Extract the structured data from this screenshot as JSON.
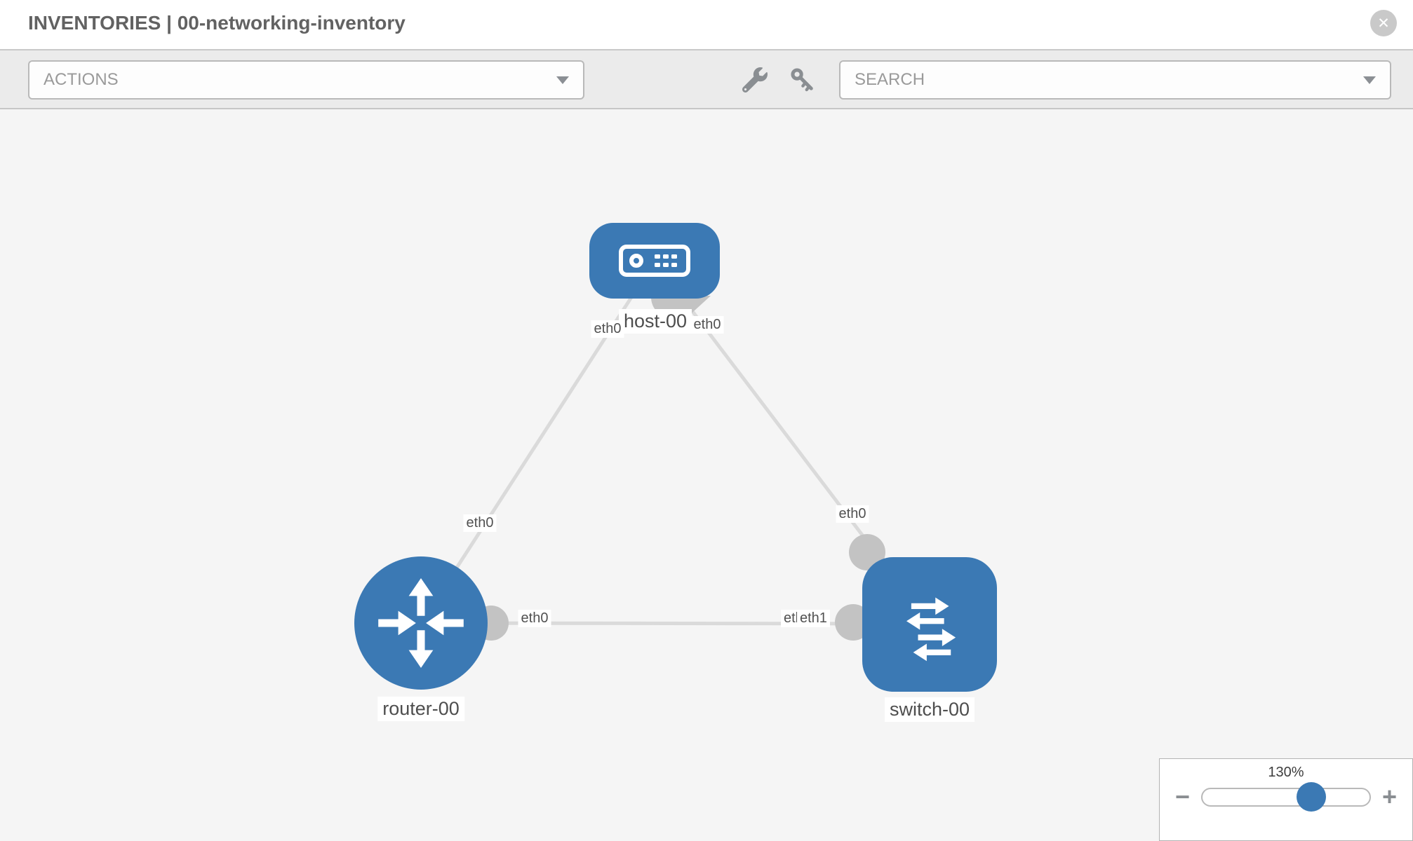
{
  "header": {
    "title": "INVENTORIES | 00-networking-inventory",
    "close_glyph": "✕"
  },
  "toolbar": {
    "actions_label": "ACTIONS",
    "search_label": "SEARCH",
    "icons": [
      "wrench-icon",
      "key-icon",
      "chevron-down-icon"
    ]
  },
  "topology": {
    "nodes": [
      {
        "name": "host-00",
        "type": "host"
      },
      {
        "name": "router-00",
        "type": "router"
      },
      {
        "name": "switch-00",
        "type": "switch"
      }
    ],
    "links": [
      {
        "source": "host-00",
        "source_interface": "eth0",
        "target": "router-00",
        "target_interface": "eth0"
      },
      {
        "source": "host-00",
        "source_interface": "eth0",
        "target": "switch-00",
        "target_interface": "eth0"
      },
      {
        "source": "router-00",
        "source_interface": "eth0",
        "target": "switch-00",
        "target_interface": "eth1"
      }
    ],
    "labels": {
      "host": "host-00",
      "router": "router-00",
      "switch": "switch-00",
      "host_router_if": "eth0",
      "host_switch_if": "eth0",
      "router_top_if": "eth0",
      "switch_top_if": "eth0",
      "router_right_if": "eth0",
      "switch_left_if_under": "eth0",
      "switch_left_if": "eth1"
    }
  },
  "zoom_panel": {
    "level": "130%",
    "minus_glyph": "−",
    "plus_glyph": "+"
  },
  "colors": {
    "node_blue": "#3b79b4",
    "link_gray": "#dadada",
    "connector_gray": "#c3c3c3",
    "canvas_bg": "#f5f5f5",
    "toolbar_bg": "#ebebeb"
  }
}
